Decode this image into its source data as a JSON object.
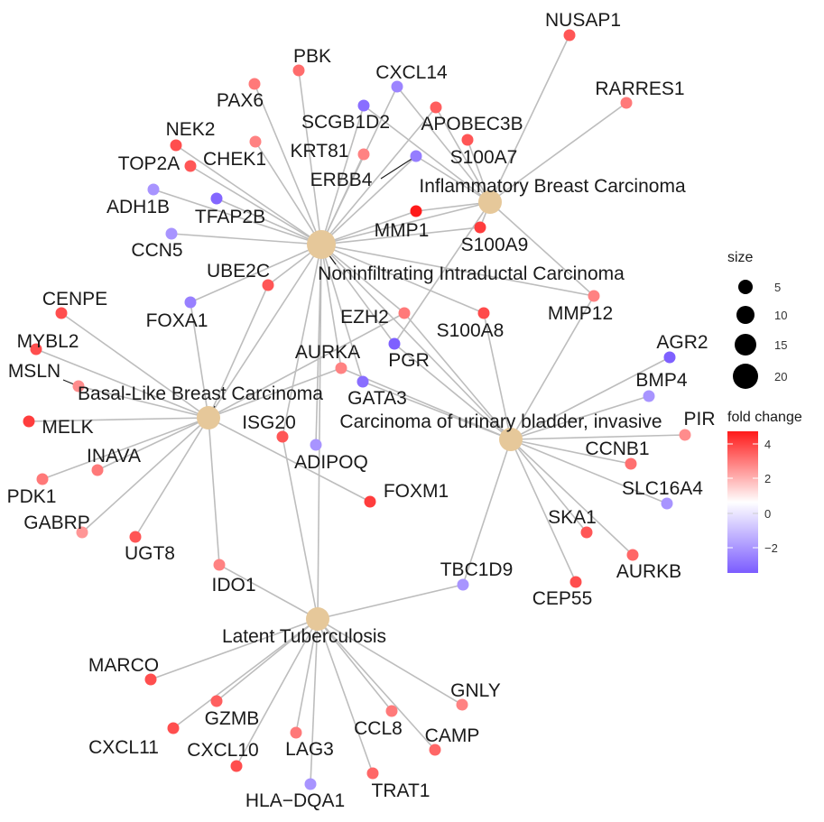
{
  "legend": {
    "size_title": "size",
    "size_values": [
      "5",
      "10",
      "15",
      "20"
    ],
    "color_title": "fold change",
    "color_ticks": [
      "4",
      "2",
      "0",
      "−2"
    ],
    "colors": {
      "low": "#7b5cff",
      "mid": "#ffffff",
      "high": "#ff1a1a"
    }
  },
  "hubs": [
    {
      "id": "noninf",
      "label": "Noninfiltrating Intraductal Carcinoma",
      "size": 20
    },
    {
      "id": "inflam",
      "label": "Inflammatory Breast Carcinoma",
      "size": 14
    },
    {
      "id": "basal",
      "label": "Basal-Like Breast Carcinoma",
      "size": 14
    },
    {
      "id": "uro",
      "label": "Carcinoma of urinary bladder, invasive",
      "size": 14
    },
    {
      "id": "tb",
      "label": "Latent Tuberculosis",
      "size": 14
    }
  ],
  "genes": [
    {
      "id": "NUSAP1",
      "label": "NUSAP1",
      "fc": 3.0
    },
    {
      "id": "RARRES1",
      "label": "RARRES1",
      "fc": 2.2
    },
    {
      "id": "PBK",
      "label": "PBK",
      "fc": 2.5
    },
    {
      "id": "CXCL14",
      "label": "CXCL14",
      "fc": -2.4
    },
    {
      "id": "PAX6",
      "label": "PAX6",
      "fc": 2.2
    },
    {
      "id": "SCGB1D2",
      "label": "SCGB1D2",
      "fc": -3.0
    },
    {
      "id": "APOBEC3B",
      "label": "APOBEC3B",
      "fc": 2.8
    },
    {
      "id": "NEK2",
      "label": "NEK2",
      "fc": 3.2
    },
    {
      "id": "KRT81",
      "label": "KRT81",
      "fc": 2.0
    },
    {
      "id": "S100A7",
      "label": "S100A7",
      "fc": 3.0
    },
    {
      "id": "CHEK1",
      "label": "CHEK1",
      "fc": 2.0
    },
    {
      "id": "TOP2A",
      "label": "TOP2A",
      "fc": 3.0
    },
    {
      "id": "ERBB4",
      "label": "ERBB4",
      "fc": -2.6
    },
    {
      "id": "ADH1B",
      "label": "ADH1B",
      "fc": -2.0
    },
    {
      "id": "TFAP2B",
      "label": "TFAP2B",
      "fc": -3.2
    },
    {
      "id": "MMP1",
      "label": "MMP1",
      "fc": 4.5
    },
    {
      "id": "S100A9",
      "label": "S100A9",
      "fc": 3.6
    },
    {
      "id": "CCN5",
      "label": "CCN5",
      "fc": -2.0
    },
    {
      "id": "UBE2C",
      "label": "UBE2C",
      "fc": 3.0
    },
    {
      "id": "CENPE",
      "label": "CENPE",
      "fc": 3.2
    },
    {
      "id": "FOXA1",
      "label": "FOXA1",
      "fc": -2.5
    },
    {
      "id": "MMP12",
      "label": "MMP12",
      "fc": 2.0
    },
    {
      "id": "EZH2",
      "label": "EZH2",
      "fc": 2.2
    },
    {
      "id": "S100A8",
      "label": "S100A8",
      "fc": 3.3
    },
    {
      "id": "MYBL2",
      "label": "MYBL2",
      "fc": 3.2
    },
    {
      "id": "AGR2",
      "label": "AGR2",
      "fc": -3.4
    },
    {
      "id": "PGR",
      "label": "PGR",
      "fc": -3.4
    },
    {
      "id": "AURKA",
      "label": "AURKA",
      "fc": 2.0
    },
    {
      "id": "MSLN",
      "label": "MSLN",
      "fc": 1.8
    },
    {
      "id": "BMP4",
      "label": "BMP4",
      "fc": -2.0
    },
    {
      "id": "GATA3",
      "label": "GATA3",
      "fc": -3.0
    },
    {
      "id": "PIR",
      "label": "PIR",
      "fc": 1.8
    },
    {
      "id": "MELK",
      "label": "MELK",
      "fc": 3.6
    },
    {
      "id": "ISG20",
      "label": "ISG20",
      "fc": 3.0
    },
    {
      "id": "CCNB1",
      "label": "CCNB1",
      "fc": 2.4
    },
    {
      "id": "ADIPOQ",
      "label": "ADIPOQ",
      "fc": -2.0
    },
    {
      "id": "INAVA",
      "label": "INAVA",
      "fc": 2.2
    },
    {
      "id": "PDK1",
      "label": "PDK1",
      "fc": 2.2
    },
    {
      "id": "SLC16A4",
      "label": "SLC16A4",
      "fc": -2.0
    },
    {
      "id": "FOXM1",
      "label": "FOXM1",
      "fc": 3.6
    },
    {
      "id": "GABRP",
      "label": "GABRP",
      "fc": 1.6
    },
    {
      "id": "SKA1",
      "label": "SKA1",
      "fc": 3.0
    },
    {
      "id": "UGT8",
      "label": "UGT8",
      "fc": 3.0
    },
    {
      "id": "TBC1D9",
      "label": "TBC1D9",
      "fc": -2.0
    },
    {
      "id": "AURKB",
      "label": "AURKB",
      "fc": 2.6
    },
    {
      "id": "IDO1",
      "label": "IDO1",
      "fc": 2.0
    },
    {
      "id": "CEP55",
      "label": "CEP55",
      "fc": 3.2
    },
    {
      "id": "MARCO",
      "label": "MARCO",
      "fc": 3.2
    },
    {
      "id": "GNLY",
      "label": "GNLY",
      "fc": 2.0
    },
    {
      "id": "GZMB",
      "label": "GZMB",
      "fc": 2.8
    },
    {
      "id": "CCL8",
      "label": "CCL8",
      "fc": 2.2
    },
    {
      "id": "CAMP",
      "label": "CAMP",
      "fc": 2.6
    },
    {
      "id": "CXCL11",
      "label": "CXCL11",
      "fc": 3.2
    },
    {
      "id": "LAG3",
      "label": "LAG3",
      "fc": 2.2
    },
    {
      "id": "CXCL10",
      "label": "CXCL10",
      "fc": 3.2
    },
    {
      "id": "TRAT1",
      "label": "TRAT1",
      "fc": 2.6
    },
    {
      "id": "HLA-DQA1",
      "label": "HLA−DQA1",
      "fc": -2.0
    }
  ],
  "edges": [
    [
      "noninf",
      "PBK"
    ],
    [
      "noninf",
      "PAX6"
    ],
    [
      "noninf",
      "NEK2"
    ],
    [
      "noninf",
      "CHEK1"
    ],
    [
      "noninf",
      "TOP2A"
    ],
    [
      "noninf",
      "ADH1B"
    ],
    [
      "noninf",
      "TFAP2B"
    ],
    [
      "noninf",
      "CCN5"
    ],
    [
      "noninf",
      "UBE2C"
    ],
    [
      "noninf",
      "FOXA1"
    ],
    [
      "noninf",
      "SCGB1D2"
    ],
    [
      "noninf",
      "KRT81"
    ],
    [
      "noninf",
      "CXCL14"
    ],
    [
      "noninf",
      "APOBEC3B"
    ],
    [
      "noninf",
      "ERBB4"
    ],
    [
      "noninf",
      "MMP1"
    ],
    [
      "noninf",
      "S100A9"
    ],
    [
      "noninf",
      "S100A8"
    ],
    [
      "noninf",
      "EZH2"
    ],
    [
      "noninf",
      "AURKA"
    ],
    [
      "noninf",
      "GATA3"
    ],
    [
      "noninf",
      "PGR"
    ],
    [
      "noninf",
      "ISG20"
    ],
    [
      "noninf",
      "ADIPOQ"
    ],
    [
      "noninf",
      "MMP12"
    ],
    [
      "inflam",
      "NUSAP1"
    ],
    [
      "inflam",
      "RARRES1"
    ],
    [
      "inflam",
      "CXCL14"
    ],
    [
      "inflam",
      "APOBEC3B"
    ],
    [
      "inflam",
      "S100A7"
    ],
    [
      "inflam",
      "SCGB1D2"
    ],
    [
      "inflam",
      "ERBB4"
    ],
    [
      "inflam",
      "MMP1"
    ],
    [
      "inflam",
      "S100A9"
    ],
    [
      "inflam",
      "MMP12"
    ],
    [
      "inflam",
      "PGR"
    ],
    [
      "inflam",
      "noninf"
    ],
    [
      "basal",
      "CENPE"
    ],
    [
      "basal",
      "MYBL2"
    ],
    [
      "basal",
      "MSLN"
    ],
    [
      "basal",
      "MELK"
    ],
    [
      "basal",
      "INAVA"
    ],
    [
      "basal",
      "PDK1"
    ],
    [
      "basal",
      "GABRP"
    ],
    [
      "basal",
      "UGT8"
    ],
    [
      "basal",
      "IDO1"
    ],
    [
      "basal",
      "FOXA1"
    ],
    [
      "basal",
      "UBE2C"
    ],
    [
      "basal",
      "AURKA"
    ],
    [
      "basal",
      "FOXM1"
    ],
    [
      "basal",
      "noninf"
    ],
    [
      "basal",
      "EZH2"
    ],
    [
      "uro",
      "AGR2"
    ],
    [
      "uro",
      "BMP4"
    ],
    [
      "uro",
      "PIR"
    ],
    [
      "uro",
      "CCNB1"
    ],
    [
      "uro",
      "SLC16A4"
    ],
    [
      "uro",
      "SKA1"
    ],
    [
      "uro",
      "AURKB"
    ],
    [
      "uro",
      "CEP55"
    ],
    [
      "uro",
      "TBC1D9"
    ],
    [
      "uro",
      "S100A8"
    ],
    [
      "uro",
      "MMP12"
    ],
    [
      "uro",
      "EZH2"
    ],
    [
      "uro",
      "AURKA"
    ],
    [
      "uro",
      "GATA3"
    ],
    [
      "uro",
      "noninf"
    ],
    [
      "uro",
      "PGR"
    ],
    [
      "tb",
      "ISG20"
    ],
    [
      "tb",
      "IDO1"
    ],
    [
      "tb",
      "TBC1D9"
    ],
    [
      "tb",
      "MARCO"
    ],
    [
      "tb",
      "GZMB"
    ],
    [
      "tb",
      "CXCL11"
    ],
    [
      "tb",
      "CXCL10"
    ],
    [
      "tb",
      "LAG3"
    ],
    [
      "tb",
      "HLA-DQA1"
    ],
    [
      "tb",
      "CCL8"
    ],
    [
      "tb",
      "TRAT1"
    ],
    [
      "tb",
      "CAMP"
    ],
    [
      "tb",
      "GNLY"
    ],
    [
      "tb",
      "noninf"
    ]
  ]
}
